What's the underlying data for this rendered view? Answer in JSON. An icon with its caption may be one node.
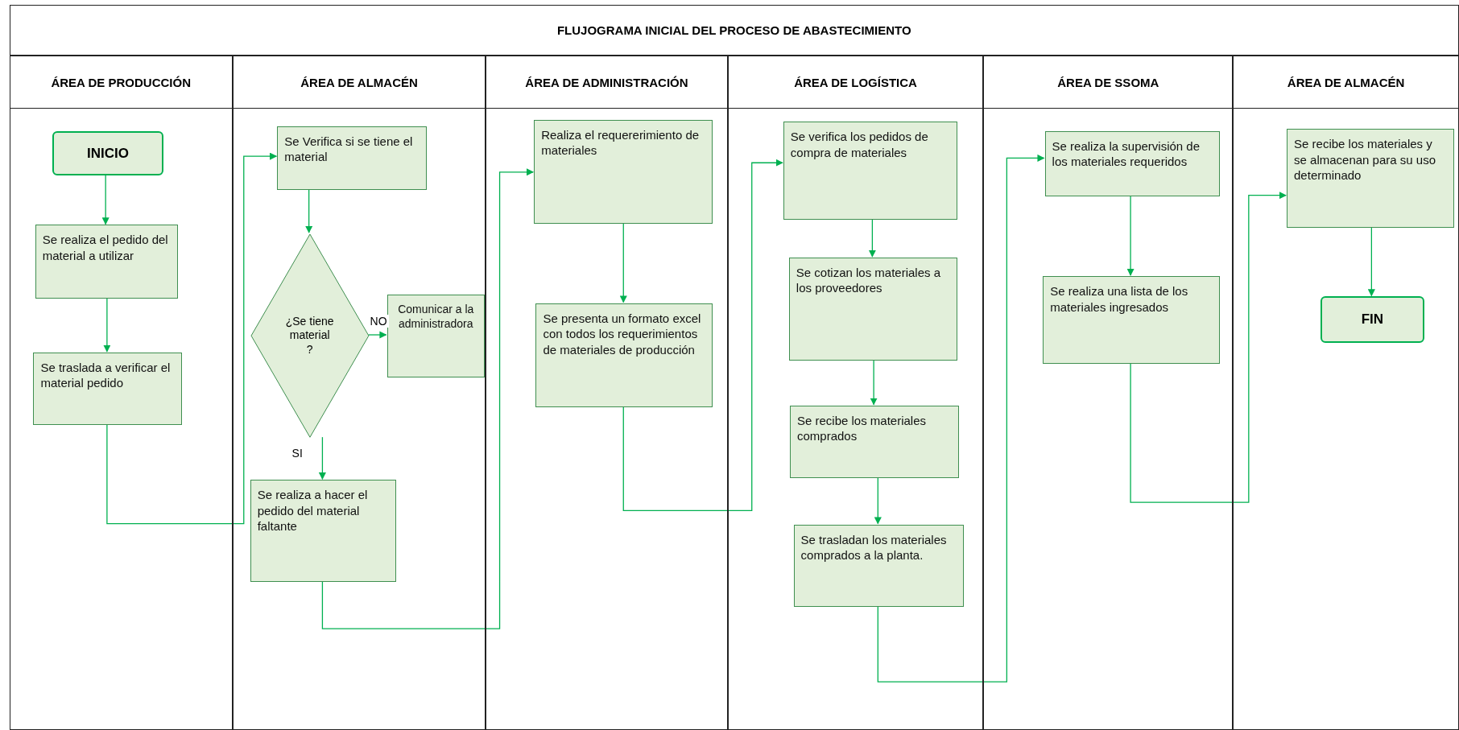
{
  "diagram": {
    "title": "FLUJOGRAMA INICIAL DEL PROCESO DE ABASTECIMIENTO",
    "nodes": [
      {
        "text": [
          "ÁREA DE PRODUCCIÓN"
        ]
      },
      {
        "text": [
          "ÁREA DE ALMACÉN"
        ]
      },
      {
        "text": [
          "ÁREA DE ADMINISTRACIÓN"
        ]
      },
      {
        "text": [
          "ÁREA DE LOGÍSTICA"
        ]
      },
      {
        "text": [
          "ÁREA  DE SSOMA"
        ]
      },
      {
        "text": [
          "ÁREA DE ALMACÉN"
        ]
      },
      {
        "text": [
          "INICIO"
        ],
        "in": 0
      },
      {
        "text": [
          "Se realiza el pedido del material a utilizar"
        ],
        "in": 0
      },
      {
        "text": [
          "Se traslada a verificar el material pedido"
        ],
        "in": 0
      },
      {
        "text": [
          "Se Verifica si se tiene el material"
        ],
        "in": 1
      },
      {
        "text": [
          "¿Se tiene material ?"
        ],
        "in": 1
      },
      {
        "text": [
          "Comunicar a la administradora"
        ],
        "in": 1
      },
      {
        "text": [
          "Se realiza a hacer el pedido del material faltante"
        ],
        "in": 1
      },
      {
        "text": [
          "Realiza el requererimiento de materiales"
        ],
        "in": 2
      },
      {
        "text": [
          "Se presenta un formato excel con todos los requerimientos de materiales de producción"
        ],
        "in": 2
      },
      {
        "text": [
          "Se verifica los pedidos de compra de materiales"
        ],
        "in": 3
      },
      {
        "text": [
          "Se cotizan los materiales a los proveedores"
        ],
        "in": 3
      },
      {
        "text": [
          "Se recibe los materiales comprados"
        ],
        "in": 3
      },
      {
        "text": [
          "Se trasladan los materiales comprados a la planta."
        ],
        "in": 3
      },
      {
        "text": [
          "Se realiza la supervisión de los materiales requeridos"
        ],
        "in": 4
      },
      {
        "text": [
          "Se realiza una lista de los materiales ingresados"
        ],
        "in": 4
      },
      {
        "text": [
          "Se recibe los materiales y se almacenan para su uso determinado"
        ],
        "in": 5
      },
      {
        "text": [
          "FIN"
        ],
        "in": 5
      }
    ],
    "edges": [
      {
        "from": 6,
        "to": 7,
        "arrow": "to"
      },
      {
        "from": 7,
        "to": 8,
        "arrow": "to"
      },
      {
        "from": 8,
        "to": 9,
        "arrow": "to"
      },
      {
        "from": 9,
        "to": 10,
        "arrow": "to"
      },
      {
        "from": 10,
        "to": 11,
        "arrow": "to",
        "label": "NO"
      },
      {
        "from": 10,
        "to": 12,
        "arrow": "to",
        "label": "SI"
      },
      {
        "from": 12,
        "to": 13,
        "arrow": "to"
      },
      {
        "from": 13,
        "to": 14,
        "arrow": "to"
      },
      {
        "from": 14,
        "to": 15,
        "arrow": "to"
      },
      {
        "from": 15,
        "to": 16,
        "arrow": "to"
      },
      {
        "from": 16,
        "to": 17,
        "arrow": "to"
      },
      {
        "from": 17,
        "to": 18,
        "arrow": "to"
      },
      {
        "from": 18,
        "to": 19,
        "arrow": "to"
      },
      {
        "from": 19,
        "to": 20,
        "arrow": "to"
      },
      {
        "from": 20,
        "to": 21,
        "arrow": "to"
      },
      {
        "from": 21,
        "to": 22,
        "arrow": "to"
      }
    ]
  }
}
